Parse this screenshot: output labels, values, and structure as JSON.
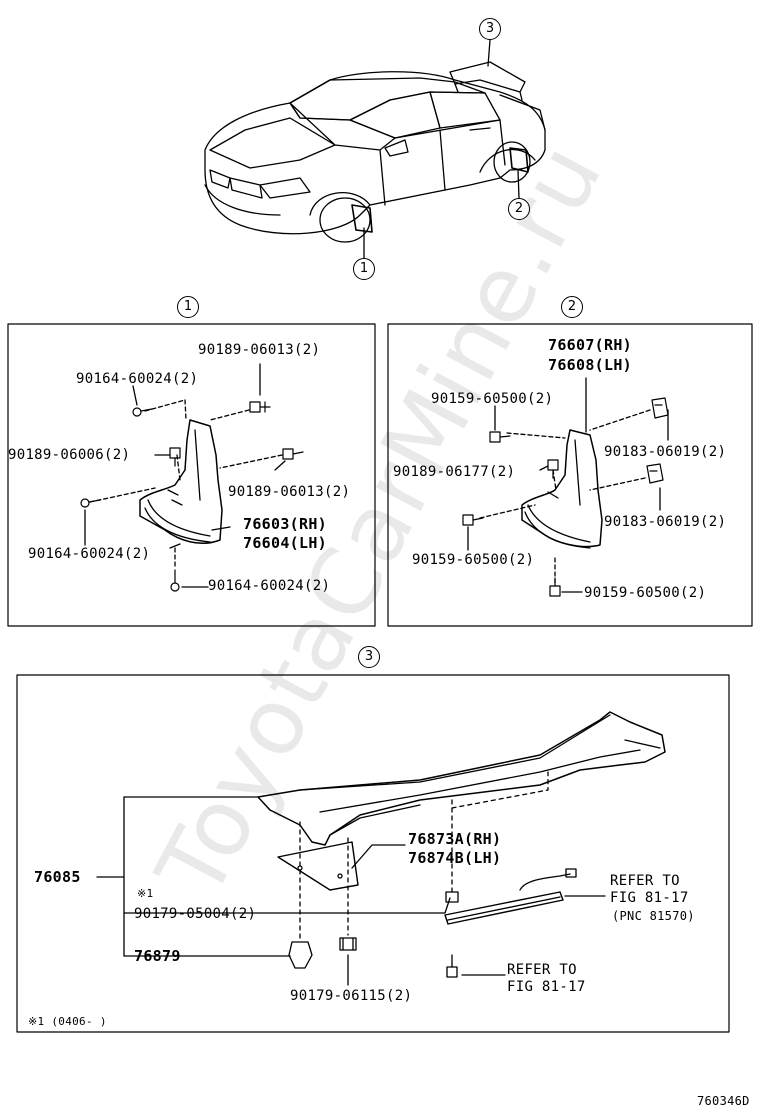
{
  "watermark": "ToyotaCarMine.ru",
  "callouts": {
    "one": "1",
    "two": "2",
    "three": "3"
  },
  "panel1": {
    "callout": "1",
    "labels": {
      "a": "90189-06013(2)",
      "b": "90164-60024(2)",
      "c": "90189-06006(2)",
      "d": "90189-06013(2)",
      "e_rh": "76603(RH)",
      "e_lh": "76604(LH)",
      "f": "90164-60024(2)",
      "g": "90164-60024(2)"
    }
  },
  "panel2": {
    "callout": "2",
    "labels": {
      "rh": "76607(RH)",
      "lh": "76608(LH)",
      "a": "90159-60500(2)",
      "b": "90183-06019(2)",
      "c": "90189-06177(2)",
      "d": "90183-06019(2)",
      "e": "90159-60500(2)",
      "f": "90159-60500(2)"
    }
  },
  "panel3": {
    "callout": "3",
    "labels": {
      "a_rh": "76873A(RH)",
      "a_lh": "76874B(LH)",
      "main": "76085",
      "note_mark": "※1",
      "b": "90179-05004(2)",
      "c": "76879",
      "d": "90179-06115(2)",
      "refer1_a": "REFER TO",
      "refer1_b": "FIG 81-17",
      "refer1_c": "(PNC 81570)",
      "refer2_a": "REFER TO",
      "refer2_b": "FIG 81-17",
      "footnote": "※1 (0406-    )"
    }
  },
  "figure_code": "760346D"
}
